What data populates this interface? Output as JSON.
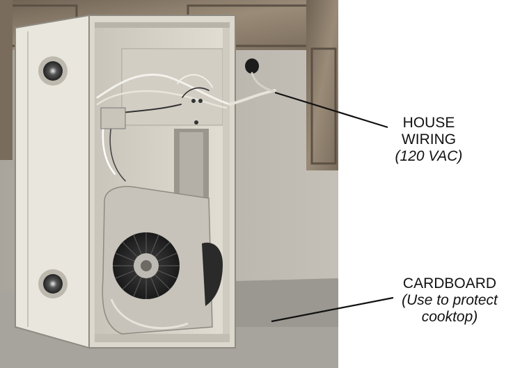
{
  "callouts": {
    "house_wiring": {
      "line1": "HOUSE",
      "line2": "WIRING",
      "line3": "(120 VAC)"
    },
    "cardboard": {
      "line1": "CARDBOARD",
      "line2": "(Use to protect",
      "line3": "cooktop)"
    }
  },
  "colors": {
    "text": "#111111",
    "leader_line": "#111111",
    "cabinet_wood": "#8a7a68",
    "wall": "#b9b5ad",
    "hood_body": "#d8d4c8",
    "cardboard": "#a7a49e",
    "blower_wheel": "#2a2a2a"
  }
}
